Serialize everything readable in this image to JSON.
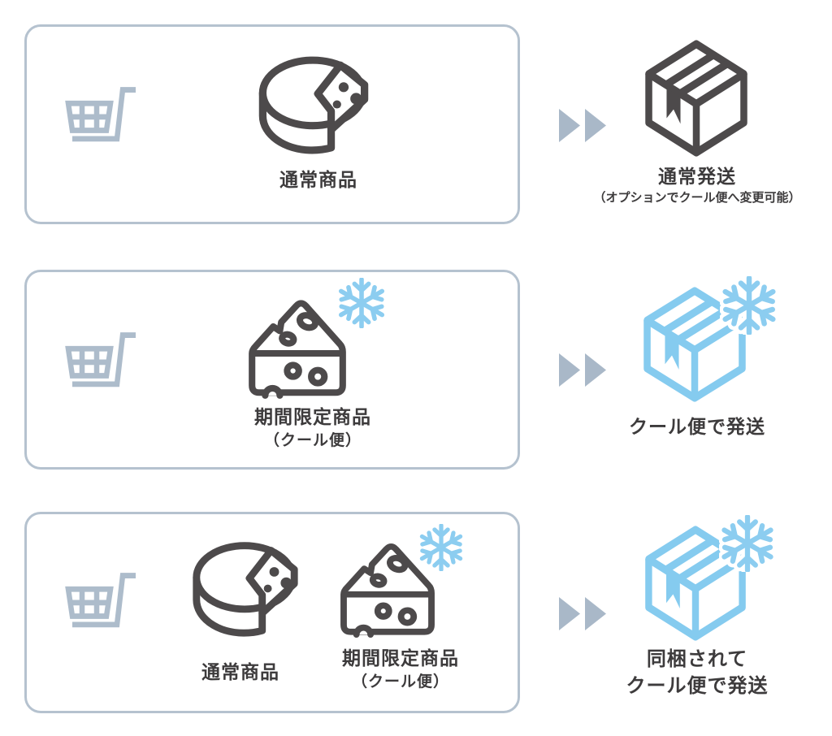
{
  "palette": {
    "panel_border": "#b5c2cf",
    "icon_dark_gray": "#4d4a4b",
    "icon_muted_blue_gray": "#adbccb",
    "arrow_blue_gray": "#a9b8c8",
    "cool_blue_box": "#85cbef",
    "snowflake_blue": "#8ccdf0",
    "text": "#3d3b3c",
    "background": "#ffffff"
  },
  "icons": {
    "cart": "shopping-cart-icon",
    "cheese_wheel": "cheese-wheel-icon",
    "cheese_wedge": "cheese-wedge-icon",
    "snowflake": "snowflake-icon",
    "shipping_box": "shipping-box-icon",
    "arrows": "double-arrow-icon"
  },
  "rows": [
    {
      "products": [
        {
          "icon": "cheese-wheel",
          "label": "通常商品"
        }
      ],
      "result": {
        "icon": "shipping-box",
        "cool": false,
        "label": "通常発送",
        "note": "（オプションでクール便へ変更可能）"
      }
    },
    {
      "products": [
        {
          "icon": "cheese-wedge",
          "cool": true,
          "label": "期間限定商品",
          "sublabel": "（クール便）"
        }
      ],
      "result": {
        "icon": "shipping-box",
        "cool": true,
        "label": "クール便で発送"
      }
    },
    {
      "products": [
        {
          "icon": "cheese-wheel",
          "label": "通常商品"
        },
        {
          "icon": "cheese-wedge",
          "cool": true,
          "label": "期間限定商品",
          "sublabel": "（クール便）"
        }
      ],
      "result": {
        "icon": "shipping-box",
        "cool": true,
        "label": "同梱されて",
        "label2": "クール便で発送"
      }
    }
  ]
}
